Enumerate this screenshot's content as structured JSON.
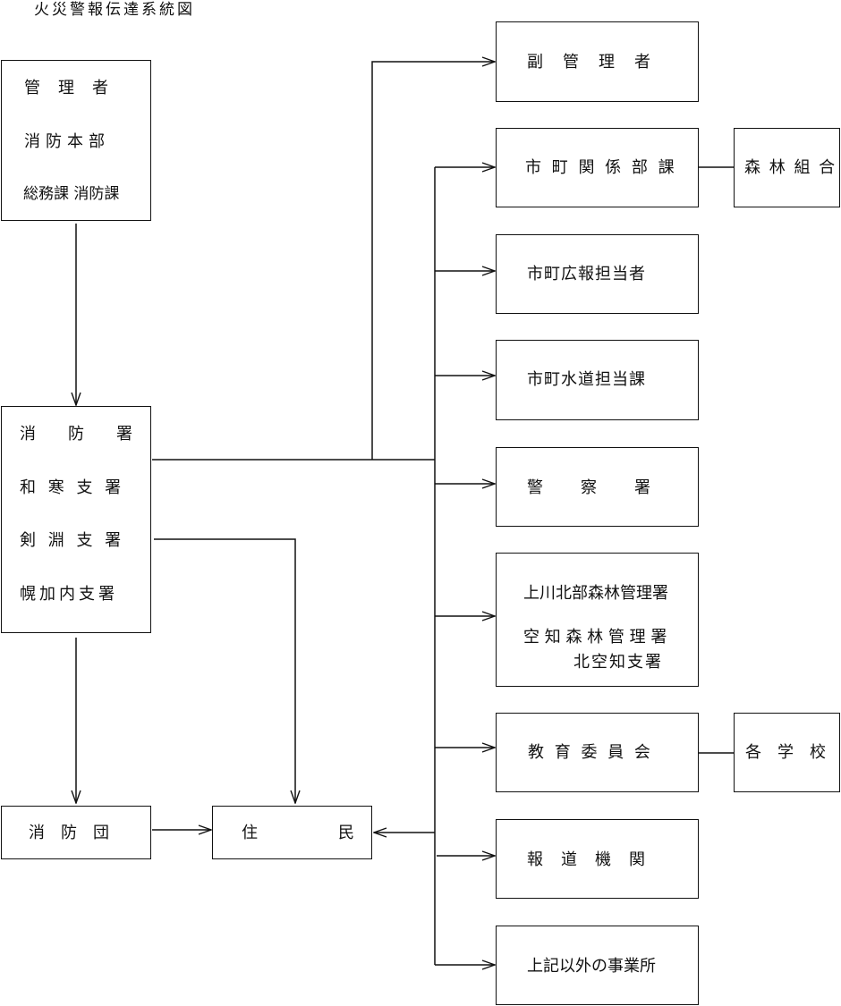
{
  "title": "火災警報伝達系統図",
  "nodes": {
    "kanrisha": [
      "管　理　者",
      "消防本部",
      "総務課 消防課"
    ],
    "shobosho": [
      "消　　防　　署",
      "和 寒 支 署",
      "剣 淵 支 署",
      "幌加内支署"
    ],
    "shobodan": "消　防　団",
    "jumin": "住　　　　　民",
    "fukukanrisha": "副　管　理　者",
    "shicho_kankei": "市 町 関 係 部 課",
    "shinrin_kumiai": "森 林 組 合",
    "shicho_koho": "市町広報担当者",
    "shicho_suido": "市町水道担当課",
    "keisatsu": "警　　察　　署",
    "shinrin_kanri": [
      "上川北部森林管理署",
      "空 知 森 林 管 理 署",
      "北空知支署"
    ],
    "kyoiku": "教 育 委 員 会",
    "kakugakko": "各　学　校",
    "hodo": "報　道　機　関",
    "jigyosho": "上記以外の事業所"
  }
}
